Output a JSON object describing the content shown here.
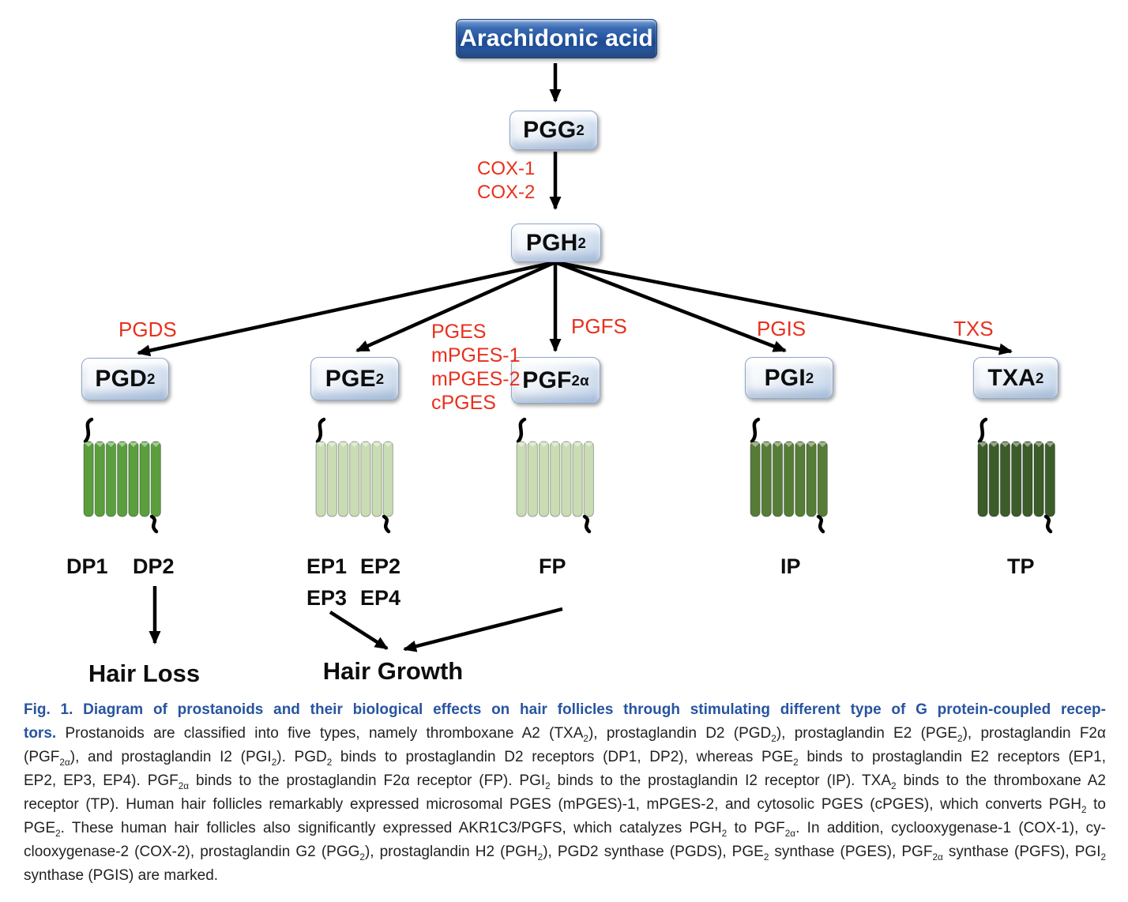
{
  "colors": {
    "enzyme_red": "#e8301d",
    "caption_blue": "#27549f",
    "node_dark_blue": "#1d4b94",
    "rc_dp": "#5a9e3e",
    "rc_ep": "#c9dcb4",
    "rc_fp": "#c9dcb4",
    "rc_ip": "#567d38",
    "rc_tp": "#3c5c2a"
  },
  "diagram": {
    "nodes": {
      "arachidonic": "Arachidonic acid",
      "pgg2": "PGG~2~",
      "pgh2": "PGH~2~",
      "pgd2": "PGD~2~",
      "pge2": "PGE~2~",
      "pgf2a": "PGF~2α~",
      "pgi2": "PGI~2~",
      "txa2": "TXA~2~"
    },
    "enzymes": {
      "cox": [
        "COX-1",
        "COX-2"
      ],
      "pgds": "PGDS",
      "pges": [
        "PGES",
        "mPGES-1",
        "mPGES-2",
        "cPGES"
      ],
      "pgfs": "PGFS",
      "pgis": "PGIS",
      "txs": "TXS"
    },
    "receptor_labels": {
      "dp1": "DP1",
      "dp2": "DP2",
      "ep1": "EP1",
      "ep2": "EP2",
      "ep3": "EP3",
      "ep4": "EP4",
      "fp": "FP",
      "ip": "IP",
      "tp": "TP"
    },
    "outcomes": {
      "hair_loss": "Hair Loss",
      "hair_growth": "Hair Growth"
    }
  },
  "caption": {
    "lines": [
      {
        "segments": [
          {
            "style": "title",
            "text": "Fig. 1. Diagram of prostanoids and their biological effects on hair follicles through stimulating different type of G protein-coupled recep-"
          }
        ]
      },
      {
        "segments": [
          {
            "style": "title",
            "text": "tors. "
          },
          {
            "style": "body",
            "text": "Prostanoids are classified into five types, namely thromboxane A2 (TXA~2~), prostaglandin D2 (PGD~2~), prostaglandin E2 (PGE~2~), prostaglandin F2α"
          }
        ]
      },
      {
        "segments": [
          {
            "style": "body",
            "text": "(PGF~2α~), and prostaglandin I2 (PGI~2~). PGD~2~ binds to prostaglandin D2 receptors (DP1, DP2), whereas PGE~2~ binds to prostaglandin E2 receptors (EP1,"
          }
        ]
      },
      {
        "segments": [
          {
            "style": "body",
            "text": "EP2, EP3, EP4). PGF~2α~ binds to the prostaglandin F2α receptor (FP). PGI~2~ binds to the prostaglandin I2 receptor (IP). TXA~2~ binds to the thromboxane A2"
          }
        ]
      },
      {
        "segments": [
          {
            "style": "body",
            "text": "receptor (TP). Human hair follicles remarkably expressed microsomal PGES (mPGES)-1, mPGES-2, and cytosolic PGES (cPGES), which converts PGH~2~ to"
          }
        ]
      },
      {
        "segments": [
          {
            "style": "body",
            "text": "PGE~2~. These human hair follicles also significantly expressed AKR1C3/PGFS, which catalyzes PGH~2~ to PGF~2α~. In addition, cyclooxygenase-1 (COX-1), cy-"
          }
        ]
      },
      {
        "segments": [
          {
            "style": "body",
            "text": "clooxygenase-2 (COX-2), prostaglandin G2 (PGG~2~), prostaglandin H2 (PGH~2~), PGD2 synthase (PGDS), PGE~2~ synthase (PGES), PGF~2α~ synthase (PGFS), PGI~2~"
          }
        ]
      },
      {
        "segments": [
          {
            "style": "body",
            "text": "synthase (PGIS) are marked."
          }
        ]
      }
    ]
  }
}
